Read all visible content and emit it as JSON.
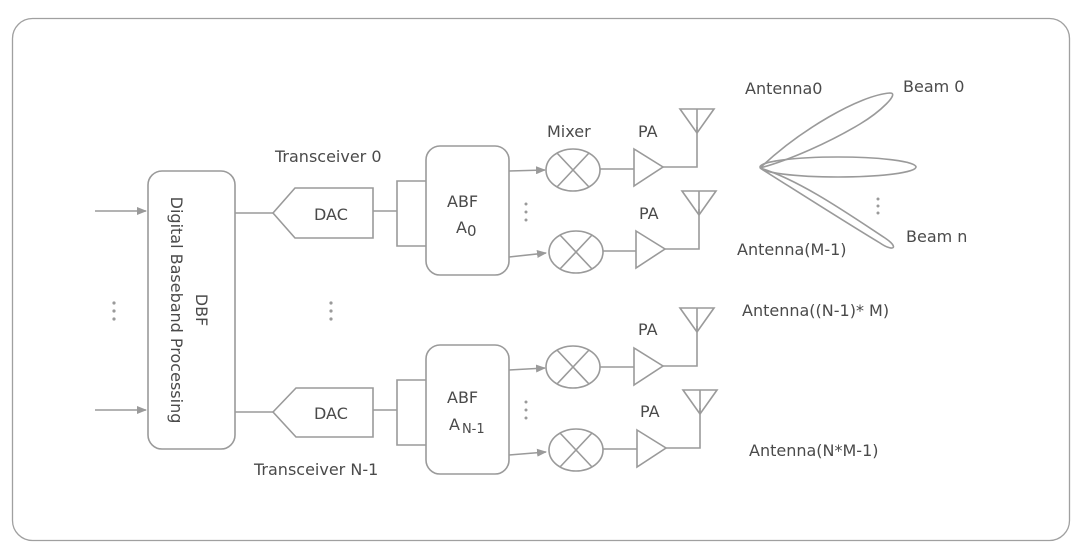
{
  "diagram": {
    "dbf": {
      "title": "DBF",
      "subtitle": "Digital Baseband Processing"
    },
    "transceivers": [
      {
        "label": "Transceiver 0",
        "dac_label": "DAC",
        "abf_label": "ABF",
        "abf_index_main": "A",
        "abf_index_sub": "0",
        "mixer_label": "Mixer",
        "pa_labels": [
          "PA",
          "PA"
        ],
        "antenna_labels": [
          "Antenna0",
          "Antenna(M-1)"
        ]
      },
      {
        "label": "Transceiver N-1",
        "dac_label": "DAC",
        "abf_label": "ABF",
        "abf_index_main": "A",
        "abf_index_sub": "N-1",
        "pa_labels": [
          "PA",
          "PA"
        ],
        "antenna_labels": [
          "Antenna((N-1)* M)",
          "Antenna(N*M-1)"
        ]
      }
    ],
    "beams": {
      "first": "Beam 0",
      "last": "Beam n"
    },
    "ellipsis": "⋮"
  }
}
